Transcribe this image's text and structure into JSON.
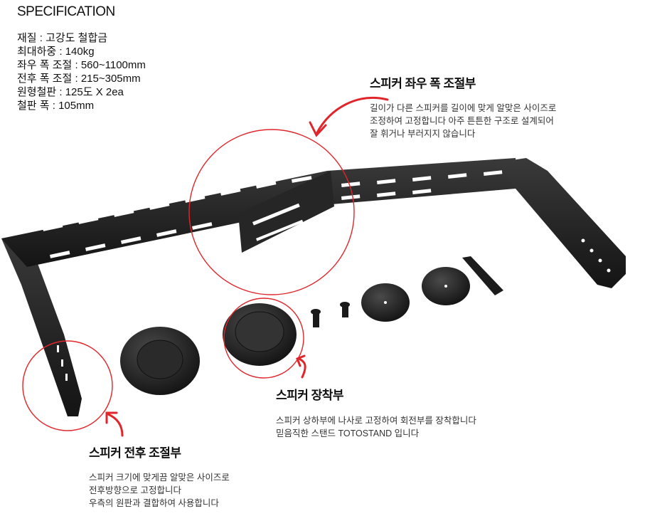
{
  "spec": {
    "title": "SPECIFICATION",
    "items": [
      "재질 :  고강도 철합금",
      "최대하중 : 140kg",
      "좌우 폭 조절 : 560~1100mm",
      "전후  폭 조절 : 215~305mm",
      "원형철판 : 125도 X 2ea",
      "철판 폭 : 105mm"
    ]
  },
  "callouts": {
    "width_adjust": {
      "title": "스피커 좌우 폭 조절부",
      "lines": [
        "길이가 다른 스피커를 길이에 맞게 알맞은 사이즈로",
        "조정하여 고정합니다 아주 튼튼한 구조로 설계되어",
        "잘 휘거나 부러지지 않습니다"
      ]
    },
    "mount": {
      "title": "스피커 장착부",
      "lines": [
        "스피커 상하부에 나사로 고정하여 회전부를 장착합니다",
        "믿음직한 스탠드 TOTOSTAND 입니다"
      ]
    },
    "depth_adjust": {
      "title": "스피커 전후 조절부",
      "lines": [
        "스피커 크기에 맞게끔 알맞은 사이즈로",
        "전후방향으로 고정합니다",
        "우측의 원판과 결합하여 사용합니다"
      ]
    }
  },
  "colors": {
    "accent": "#e0262b",
    "metal": "#1c1c1c"
  }
}
